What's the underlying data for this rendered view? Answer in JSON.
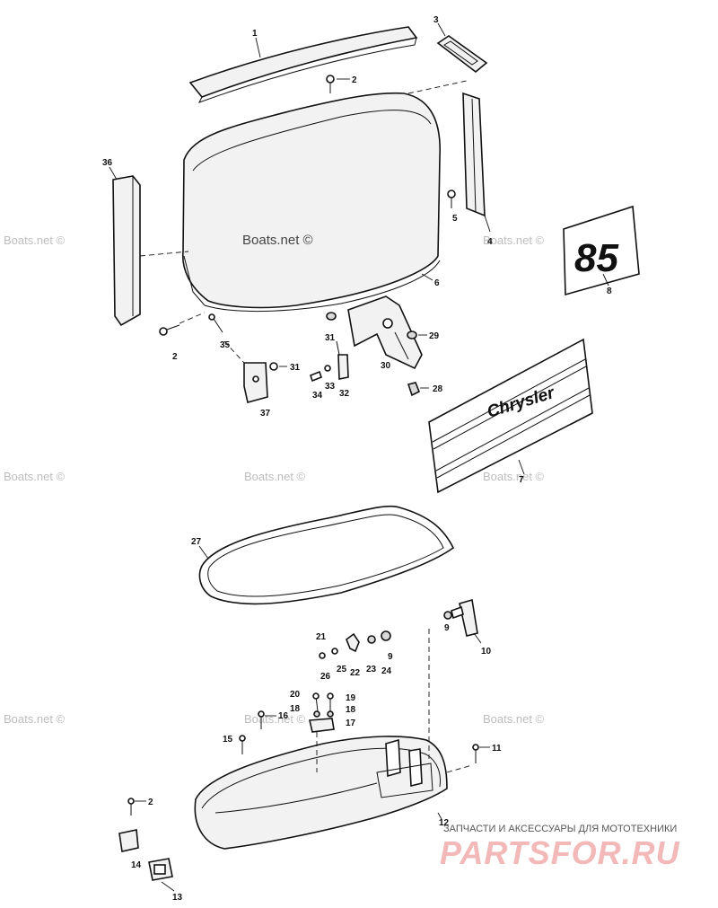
{
  "watermark": "Boats.net ©",
  "cover_watermark": "Boats.net ©",
  "decal_85": "85",
  "decal_brand": "Chrysler",
  "footer": {
    "tagline": "ЗАПЧАСТИ И АКСЕССУАРЫ ДЛЯ МОТОТЕХНИКИ",
    "logo": "PARTSFOR.RU"
  },
  "labels": {
    "l1": "1",
    "l2a": "2",
    "l2b": "2",
    "l2c": "2",
    "l3": "3",
    "l4": "4",
    "l5": "5",
    "l6": "6",
    "l7": "7",
    "l8": "8",
    "l9a": "9",
    "l9b": "9",
    "l10": "10",
    "l11": "11",
    "l12": "12",
    "l13": "13",
    "l14": "14",
    "l15": "15",
    "l16": "16",
    "l17": "17",
    "l18a": "18",
    "l18b": "18",
    "l19": "19",
    "l20": "20",
    "l21": "21",
    "l22": "22",
    "l23": "23",
    "l24": "24",
    "l25": "25",
    "l26": "26",
    "l27": "27",
    "l28": "28",
    "l29": "29",
    "l30": "30",
    "l31a": "31",
    "l31b": "31",
    "l32": "32",
    "l33": "33",
    "l34": "34",
    "l35": "35",
    "l36": "36",
    "l37": "37"
  },
  "colors": {
    "line": "#111111",
    "watermark": "#bdbdbd",
    "logo": "#f3b8b8"
  }
}
